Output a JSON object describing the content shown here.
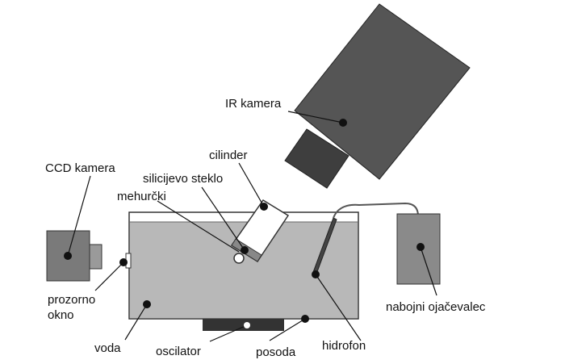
{
  "labels": {
    "ir_camera": "IR kamera",
    "ccd_camera": "CCD kamera",
    "cylinder": "cilinder",
    "silicon_glass": "silicijevo steklo",
    "bubbles": "mehurčki",
    "window_line1": "prozorno",
    "window_line2": "okno",
    "water": "voda",
    "oscillator": "oscilator",
    "vessel": "posoda",
    "hydrophone": "hidrofon",
    "charge_amplifier": "nabojni ojačevalec"
  },
  "colors": {
    "dark_body": "#555555",
    "lens_dark": "#3a3a3a",
    "water": "#b8b8b8",
    "medium_gray": "#8a8a8a",
    "line": "#111111"
  }
}
